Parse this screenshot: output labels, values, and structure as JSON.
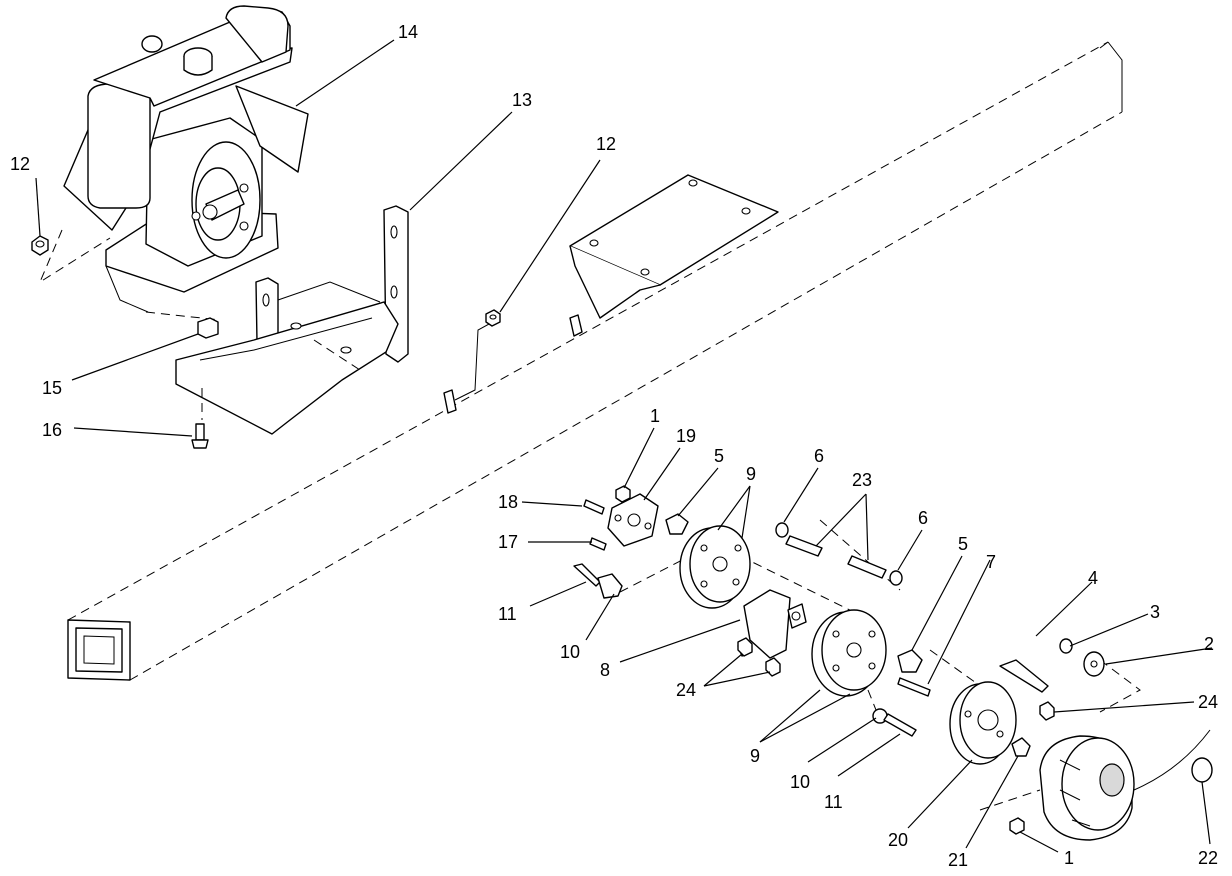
{
  "figure": {
    "type": "exploded parts diagram",
    "callouts": {
      "c1a": "1",
      "c1b": "1",
      "c2": "2",
      "c3": "3",
      "c4": "4",
      "c5a": "5",
      "c5b": "5",
      "c6a": "6",
      "c6b": "6",
      "c7": "7",
      "c8": "8",
      "c9a": "9",
      "c9b": "9",
      "c10a": "10",
      "c10b": "10",
      "c11a": "11",
      "c11b": "11",
      "c12a": "12",
      "c12b": "12",
      "c13": "13",
      "c14": "14",
      "c15": "15",
      "c16": "16",
      "c17": "17",
      "c18": "18",
      "c19": "19",
      "c20": "20",
      "c21": "21",
      "c22": "22",
      "c23": "23",
      "c24a": "24",
      "c24b": "24"
    }
  }
}
